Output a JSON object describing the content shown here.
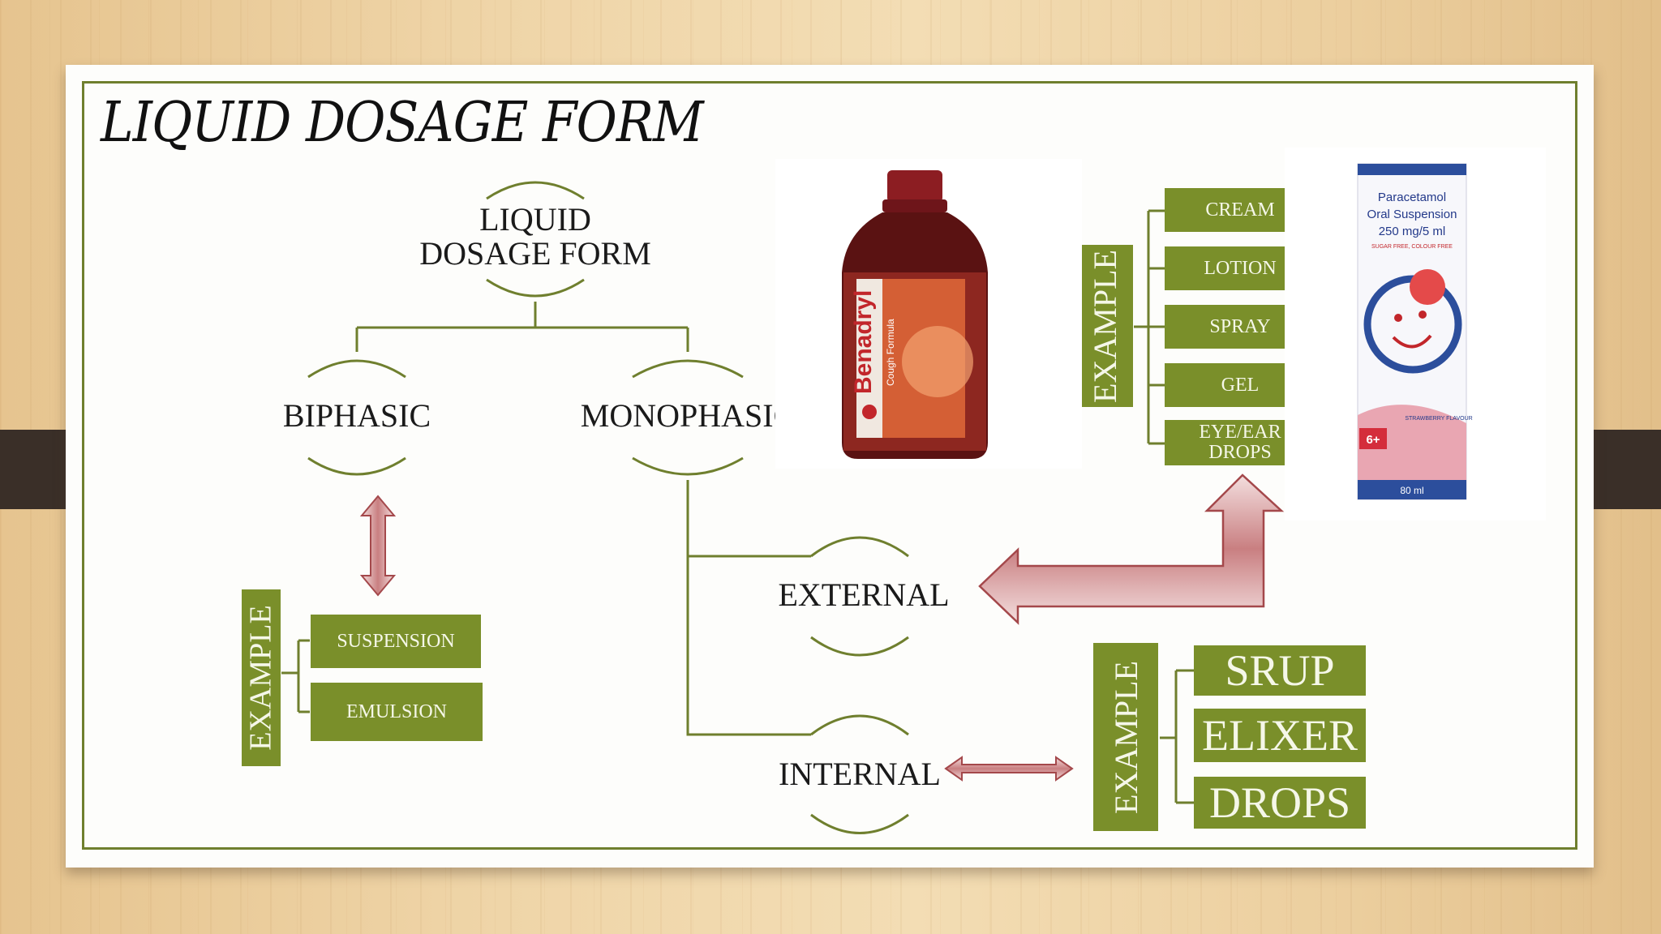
{
  "title": "LIQUID DOSAGE FORM",
  "root": "LIQUID\nDOSAGE FORM",
  "biphasic": "BIPHASIC",
  "monophasic": "MONOPHASIC",
  "external": "EXTERNAL",
  "internal": "INTERNAL",
  "example_label": "EXAMPLE",
  "biphasic_examples": [
    "SUSPENSION",
    "EMULSION"
  ],
  "external_examples": [
    "CREAM",
    "LOTION",
    "SPRAY",
    "GEL",
    "EYE/EAR\nDROPS"
  ],
  "internal_examples": [
    "SRUP",
    "ELIXER",
    "DROPS"
  ],
  "benadryl": {
    "brand": "Benadryl",
    "sub": "Cough Formula"
  },
  "paracetamol": {
    "line1": "Paracetamol",
    "line2": "Oral Suspension",
    "line3": "250 mg/5 ml",
    "line4": "SUGAR FREE, COLOUR FREE",
    "age": "6+",
    "flavour": "STRAWBERRY FLAVOUR",
    "volume": "80 ml"
  },
  "colors": {
    "green": "#7a8f2a",
    "arrow": "#a4484b",
    "line": "#6f7f2e"
  }
}
